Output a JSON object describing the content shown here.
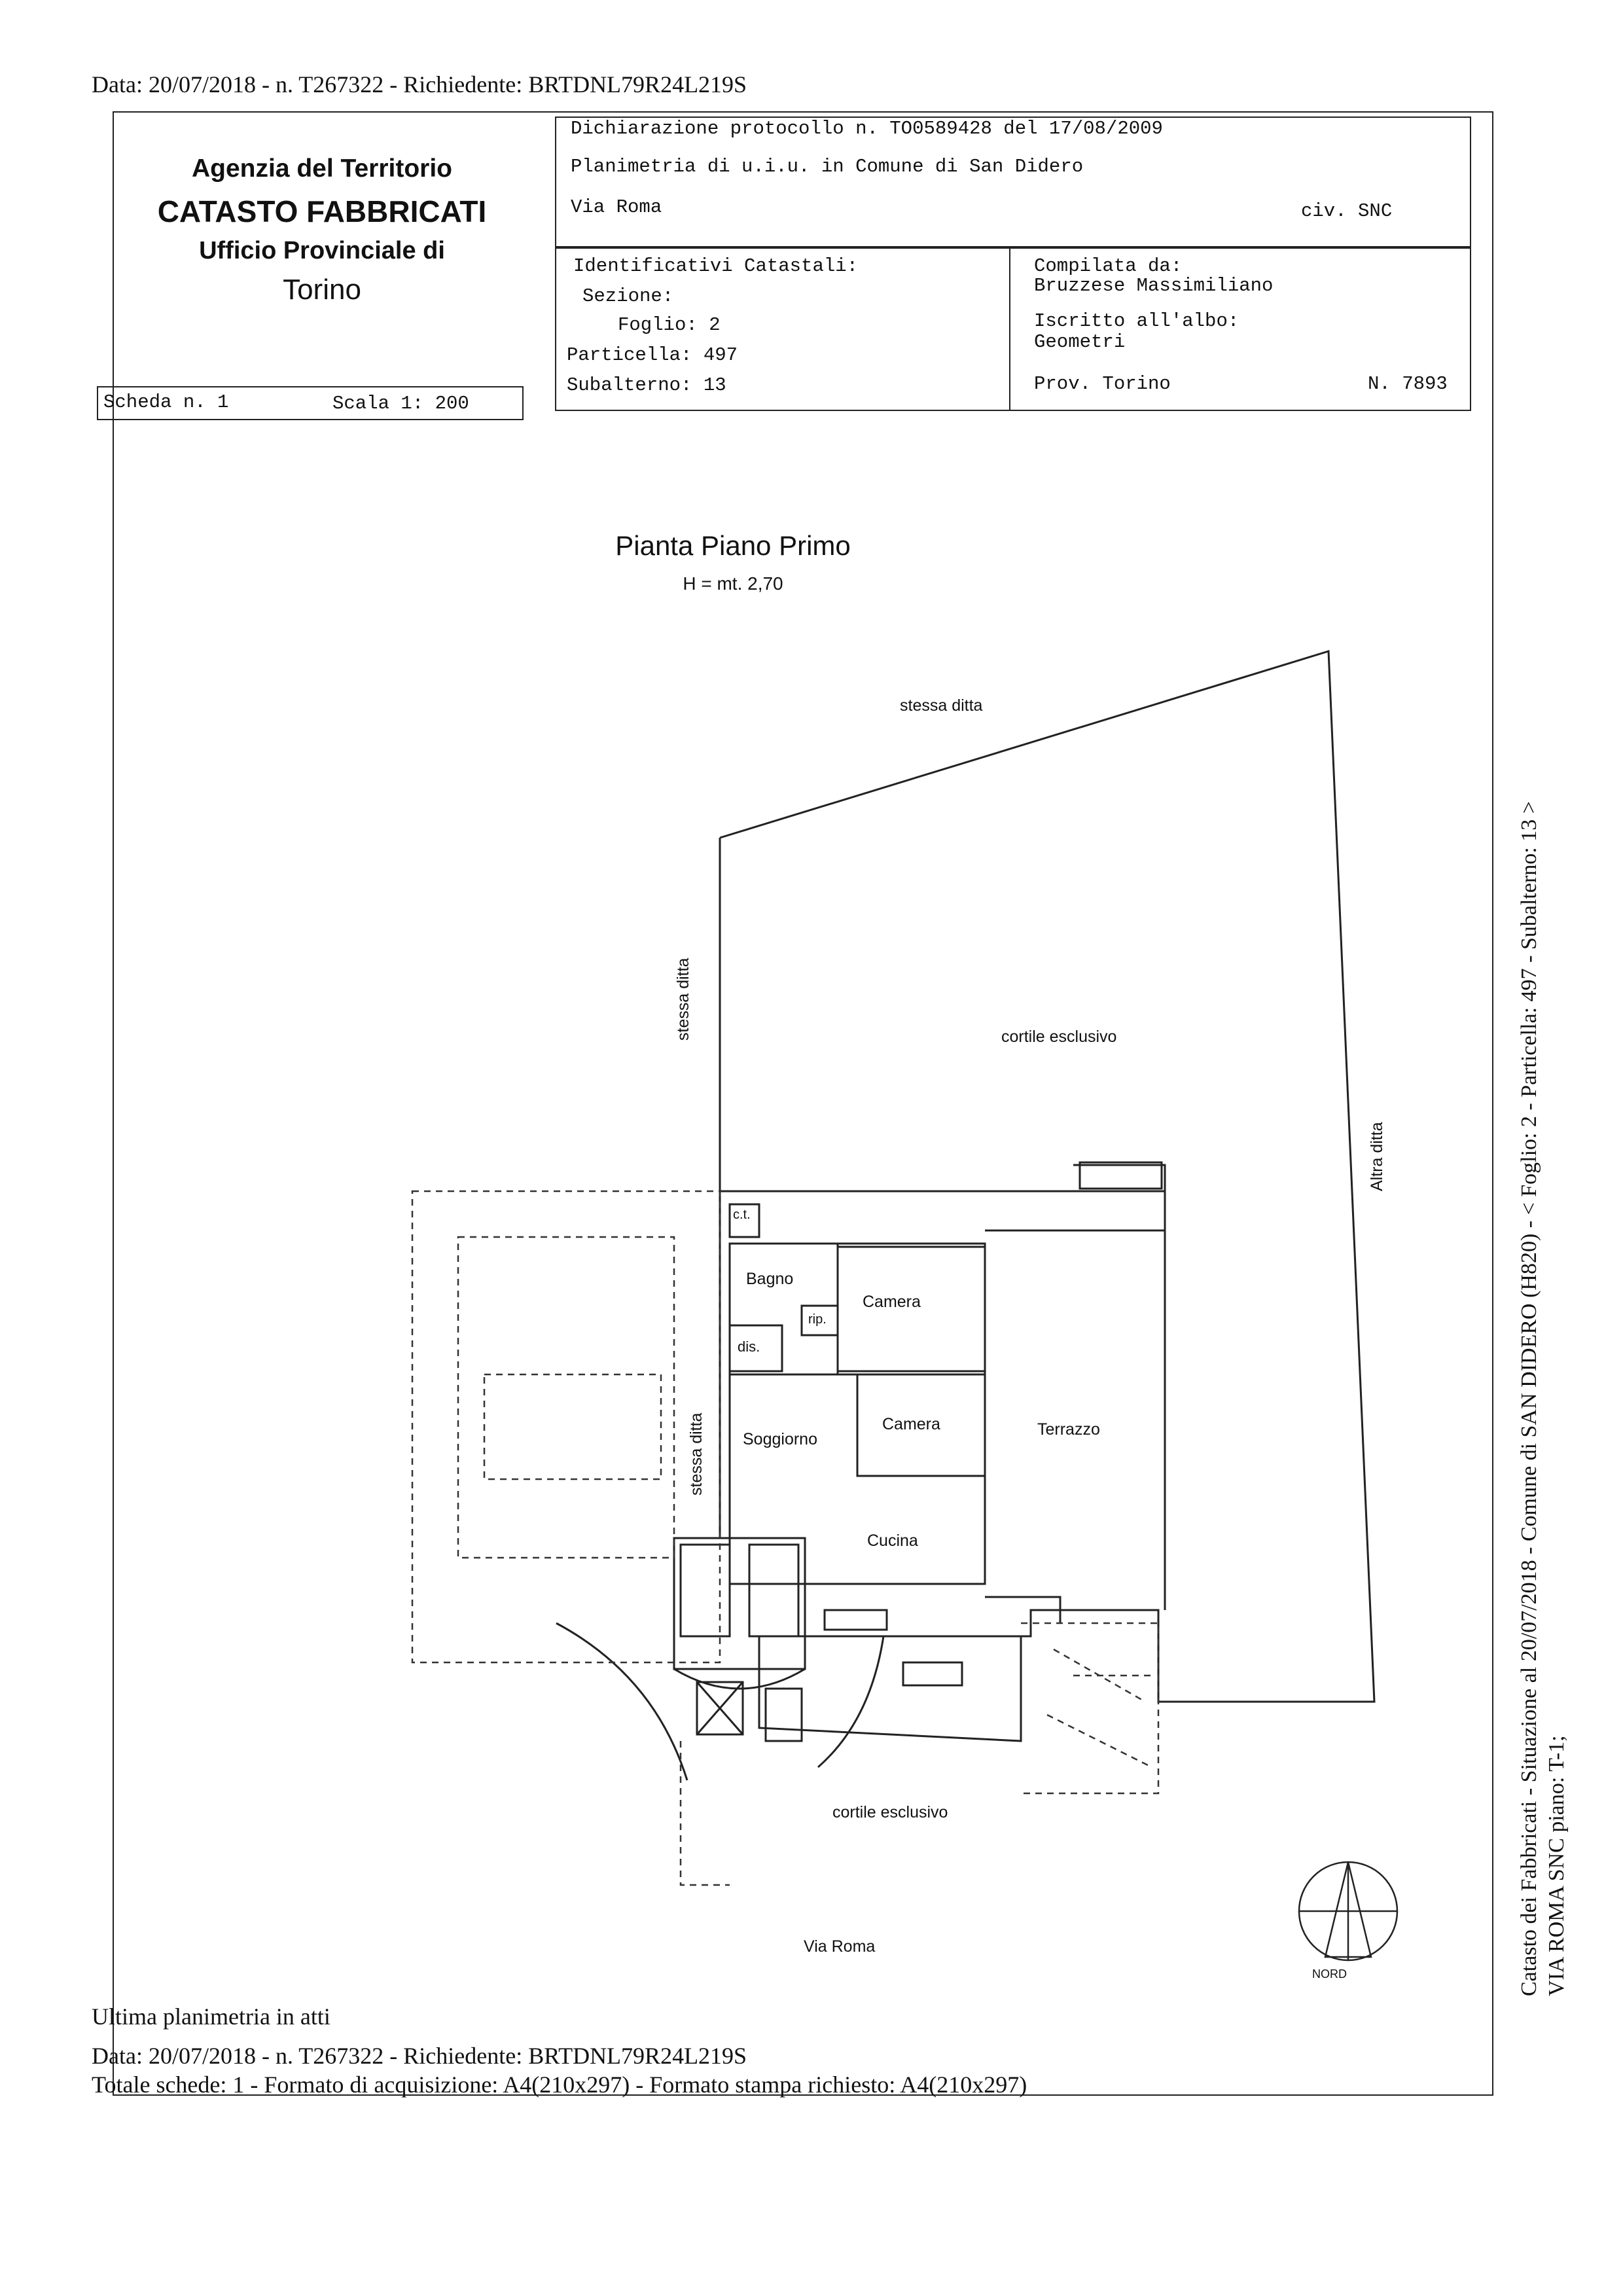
{
  "top_line": "Data: 20/07/2018 - n. T267322 - Richiedente: BRTDNL79R24L219S",
  "agency": {
    "line1": "Agenzia del Territorio",
    "line2": "CATASTO FABBRICATI",
    "line3": "Ufficio Provinciale di",
    "line4": "Torino"
  },
  "scheda": {
    "label": "Scheda n. 1",
    "scale": "Scala 1: 200"
  },
  "header": {
    "dichiarazione": "Dichiarazione protocollo n. TO0589428 del 17/08/2009",
    "planimetria": "Planimetria di u.i.u. in Comune di San Didero",
    "via": "Via Roma",
    "civ": "civ. SNC"
  },
  "identificativi": {
    "title": "Identificativi Catastali:",
    "sezione": "Sezione:",
    "foglio": "Foglio: 2",
    "particella": "Particella: 497",
    "subalterno": "Subalterno: 13"
  },
  "compilata": {
    "title": "Compilata da:",
    "name": "Bruzzese Massimiliano",
    "iscritto": "Iscritto all'albo:",
    "albo": "Geometri",
    "prov": "Prov. Torino",
    "numero": "N.  7893"
  },
  "plan": {
    "title": "Pianta Piano Primo",
    "height": "H = mt. 2,70",
    "labels": {
      "stessa_ditta_top": "stessa ditta",
      "stessa_ditta_left": "stessa ditta",
      "stessa_ditta_mid": "stessa ditta",
      "cortile_top": "cortile esclusivo",
      "altra_ditta": "Altra ditta",
      "ct": "c.t.",
      "bagno": "Bagno",
      "camera1": "Camera",
      "rip": "rip.",
      "dis": "dis.",
      "soggiorno": "Soggiorno",
      "camera2": "Camera",
      "terrazzo": "Terrazzo",
      "cucina": "Cucina",
      "cortile_bottom": "cortile esclusivo",
      "via_roma": "Via Roma",
      "nord": "NORD"
    }
  },
  "footer": {
    "ultima": "Ultima planimetria in atti",
    "data": "Data: 20/07/2018 - n. T267322 - Richiedente: BRTDNL79R24L219S",
    "totale": "Totale schede: 1 - Formato di acquisizione: A4(210x297)  - Formato stampa richiesto: A4(210x297)"
  },
  "side_text": {
    "line1": "Catasto dei Fabbricati - Situazione al 20/07/2018 - Comune di SAN DIDERO (H820) - < Foglio: 2 - Particella: 497 - Subalterno: 13 >",
    "line2": "VIA ROMA SNC piano: T-1;"
  }
}
